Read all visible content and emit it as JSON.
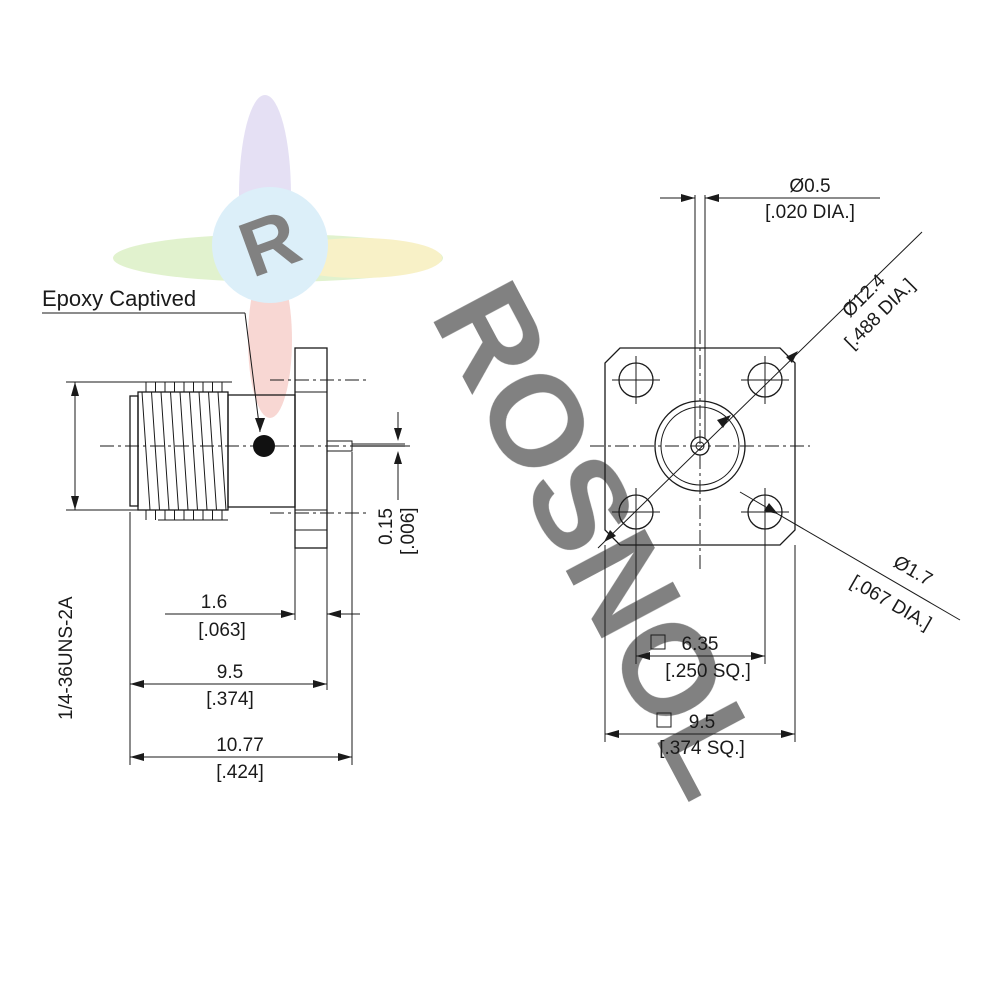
{
  "watermark": {
    "logo_letter": "R",
    "brand_text": "ROSNOL",
    "colors": {
      "blue": "#9fd0ee",
      "green": "#c9e7a6",
      "yellow": "#f3e69a",
      "red": "#f2b7b0",
      "purple": "#cfc7ec"
    }
  },
  "side_view": {
    "callout": "Epoxy Captived",
    "thread_spec": "1/4-36UNS-2A",
    "dims": {
      "pin_dia": {
        "mm": "0.15",
        "in": "[.006]"
      },
      "flange": {
        "mm": "1.6",
        "in": "[.063]"
      },
      "body": {
        "mm": "9.5",
        "in": "[.374]"
      },
      "overall": {
        "mm": "10.77",
        "in": "[.424]"
      }
    }
  },
  "front_view": {
    "dims": {
      "pin": {
        "mm": "Ø0.5",
        "in": "[.020 DIA.]"
      },
      "outer": {
        "mm": "Ø12.4",
        "in": "[.488 DIA.]"
      },
      "holes": {
        "mm": "Ø1.7",
        "in": "[.067 DIA.]"
      },
      "hole_spacing": {
        "mm": "6.35",
        "in": "[.250 SQ.]"
      },
      "flange_size": {
        "mm": "9.5",
        "in": "[.374 SQ.]"
      }
    }
  }
}
